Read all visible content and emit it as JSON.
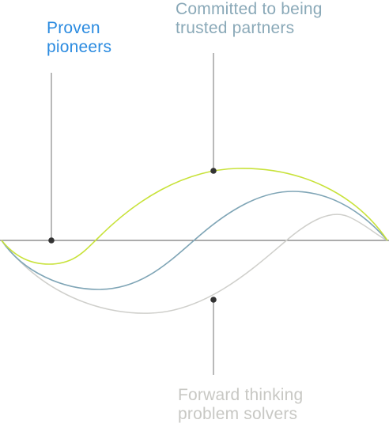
{
  "labels": {
    "proven": {
      "line1": "Proven",
      "line2": "pioneers"
    },
    "committed": {
      "line1": "Committed to being",
      "line2": "trusted partners"
    },
    "forward": {
      "line1": "Forward thinking",
      "line2": "problem solvers"
    }
  },
  "colors": {
    "proven_text": "#2b8be0",
    "committed_text": "#8aa9b8",
    "forward_text": "#c8c8c4",
    "lime_curve": "#c8e23a",
    "blue_curve": "#7fa5b6",
    "gray_curve": "#cfcfcb",
    "axis": "#7a7a7a",
    "leader_line": "#8a8a8a",
    "marker_dot": "#333333"
  }
}
